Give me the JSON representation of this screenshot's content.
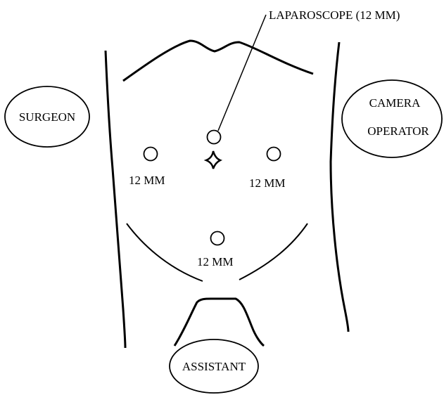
{
  "labels": {
    "laparoscope": "LAPAROSCOPE (12 MM)",
    "surgeon": "SURGEON",
    "camera_line1": "CAMERA",
    "camera_line2": "OPERATOR",
    "assistant": "ASSISTANT",
    "port_left": "12 MM",
    "port_right": "12 MM",
    "port_bottom": "12 MM"
  },
  "colors": {
    "stroke": "#000000",
    "background": "#ffffff"
  }
}
